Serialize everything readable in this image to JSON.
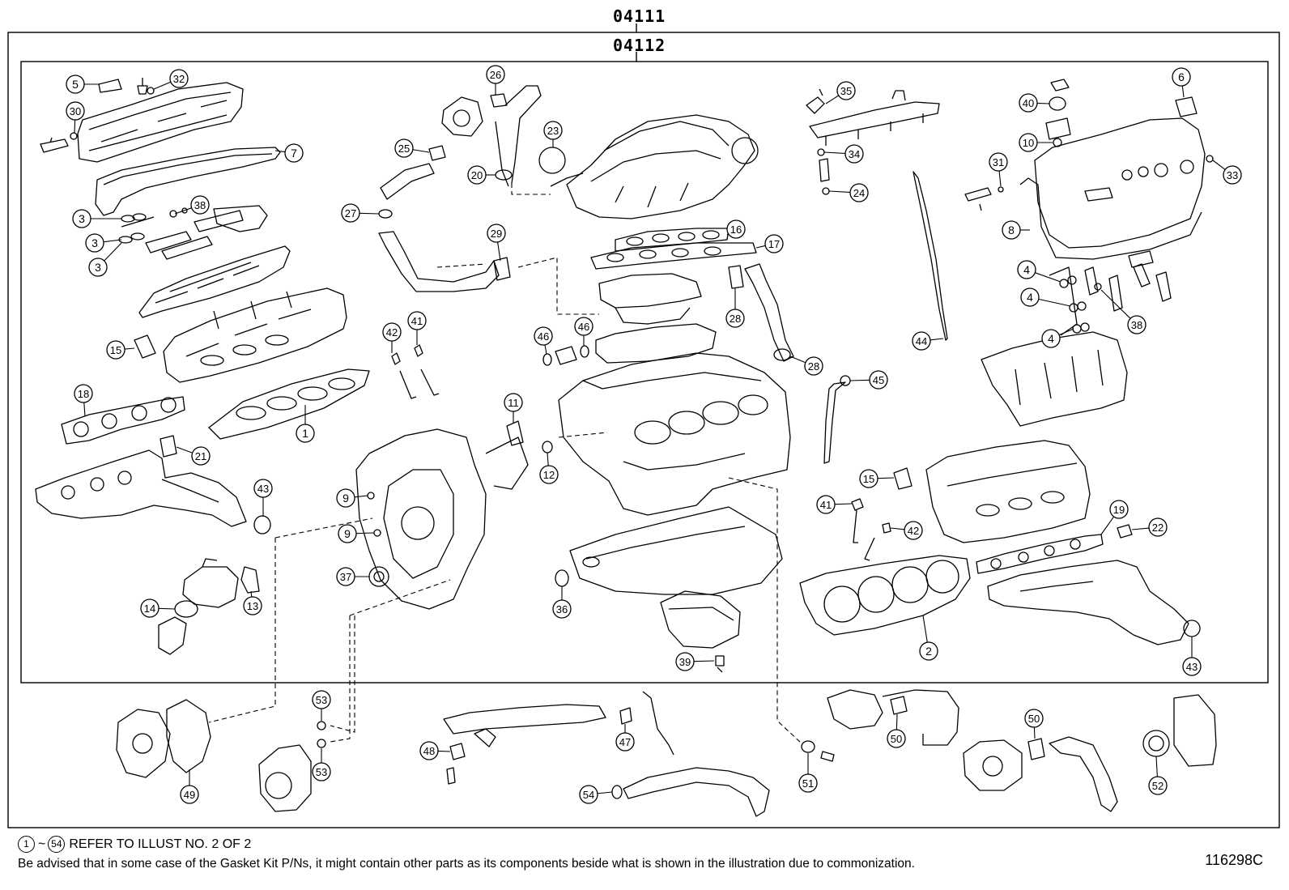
{
  "assembly": {
    "outer_code": "04111",
    "inner_code": "04112"
  },
  "footer": {
    "ref_start": "1",
    "ref_tilde": "~",
    "ref_end": "54",
    "ref_text": "REFER TO ILLUST NO. 2 OF 2",
    "advice": "Be advised that in some case of the Gasket Kit P/Ns,  it might contain other parts as its components beside what is shown in the illustration due to commonization.",
    "illustration_id": "116298C"
  },
  "callouts": [
    {
      "id": "c5",
      "label": "5"
    },
    {
      "id": "c32",
      "label": "32"
    },
    {
      "id": "c30",
      "label": "30"
    },
    {
      "id": "c7",
      "label": "7"
    },
    {
      "id": "c3a",
      "label": "3"
    },
    {
      "id": "c38a",
      "label": "38"
    },
    {
      "id": "c3b",
      "label": "3"
    },
    {
      "id": "c3c",
      "label": "3"
    },
    {
      "id": "c15a",
      "label": "15"
    },
    {
      "id": "c18",
      "label": "18"
    },
    {
      "id": "c1",
      "label": "1"
    },
    {
      "id": "c21",
      "label": "21"
    },
    {
      "id": "c43a",
      "label": "43"
    },
    {
      "id": "c14",
      "label": "14"
    },
    {
      "id": "c13",
      "label": "13"
    },
    {
      "id": "c26",
      "label": "26"
    },
    {
      "id": "c25",
      "label": "25"
    },
    {
      "id": "c23",
      "label": "23"
    },
    {
      "id": "c20",
      "label": "20"
    },
    {
      "id": "c27",
      "label": "27"
    },
    {
      "id": "c29",
      "label": "29"
    },
    {
      "id": "c42a",
      "label": "42"
    },
    {
      "id": "c41a",
      "label": "41"
    },
    {
      "id": "c46a",
      "label": "46"
    },
    {
      "id": "c46b",
      "label": "46"
    },
    {
      "id": "c11",
      "label": "11"
    },
    {
      "id": "c12",
      "label": "12"
    },
    {
      "id": "c9a",
      "label": "9"
    },
    {
      "id": "c9b",
      "label": "9"
    },
    {
      "id": "c37",
      "label": "37"
    },
    {
      "id": "c36",
      "label": "36"
    },
    {
      "id": "c16",
      "label": "16"
    },
    {
      "id": "c17",
      "label": "17"
    },
    {
      "id": "c28a",
      "label": "28"
    },
    {
      "id": "c28b",
      "label": "28"
    },
    {
      "id": "c39",
      "label": "39"
    },
    {
      "id": "c35",
      "label": "35"
    },
    {
      "id": "c34",
      "label": "34"
    },
    {
      "id": "c24",
      "label": "24"
    },
    {
      "id": "c44",
      "label": "44"
    },
    {
      "id": "c45",
      "label": "45"
    },
    {
      "id": "c15b",
      "label": "15"
    },
    {
      "id": "c41b",
      "label": "41"
    },
    {
      "id": "c42b",
      "label": "42"
    },
    {
      "id": "c2",
      "label": "2"
    },
    {
      "id": "c6",
      "label": "6"
    },
    {
      "id": "c40",
      "label": "40"
    },
    {
      "id": "c10",
      "label": "10"
    },
    {
      "id": "c31",
      "label": "31"
    },
    {
      "id": "c33",
      "label": "33"
    },
    {
      "id": "c8",
      "label": "8"
    },
    {
      "id": "c4a",
      "label": "4"
    },
    {
      "id": "c4b",
      "label": "4"
    },
    {
      "id": "c4c",
      "label": "4"
    },
    {
      "id": "c38b",
      "label": "38"
    },
    {
      "id": "c19",
      "label": "19"
    },
    {
      "id": "c22",
      "label": "22"
    },
    {
      "id": "c43b",
      "label": "43"
    },
    {
      "id": "c49",
      "label": "49"
    },
    {
      "id": "c53a",
      "label": "53"
    },
    {
      "id": "c53b",
      "label": "53"
    },
    {
      "id": "c48",
      "label": "48"
    },
    {
      "id": "c47",
      "label": "47"
    },
    {
      "id": "c54",
      "label": "54"
    },
    {
      "id": "c51",
      "label": "51"
    },
    {
      "id": "c50a",
      "label": "50"
    },
    {
      "id": "c50b",
      "label": "50"
    },
    {
      "id": "c52",
      "label": "52"
    }
  ]
}
